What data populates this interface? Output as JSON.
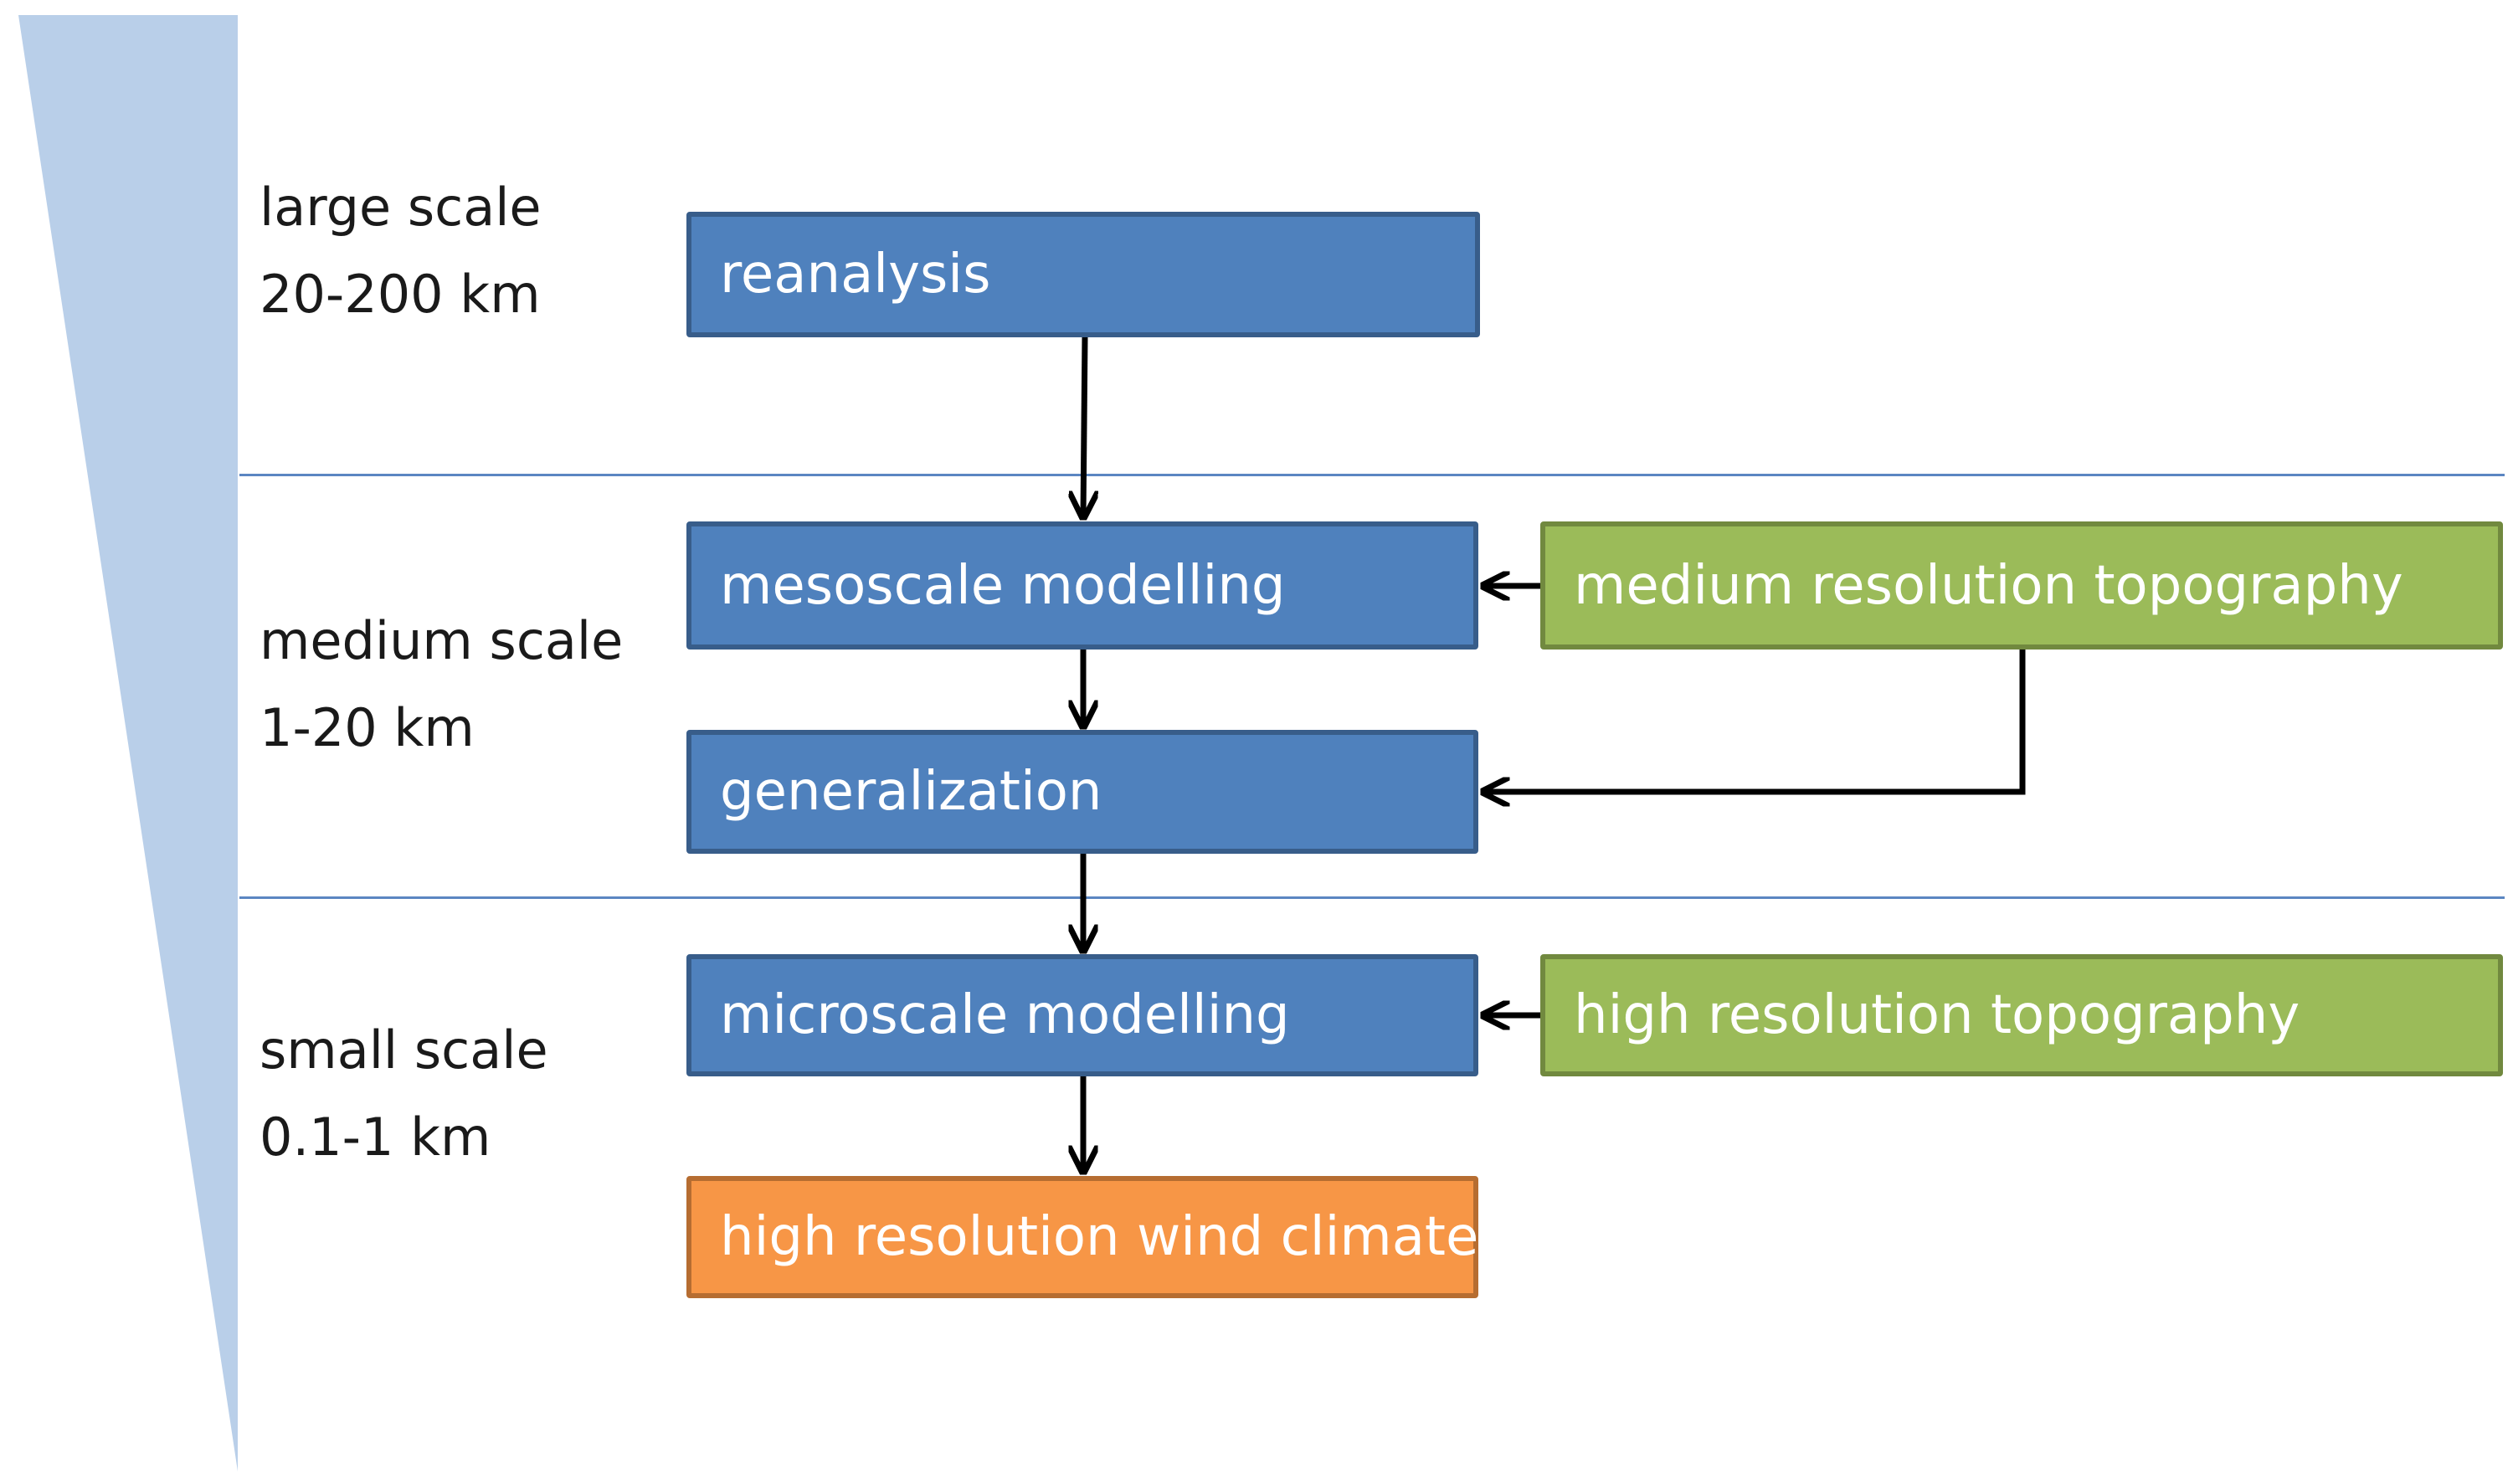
{
  "scales": {
    "large": {
      "name": "large scale",
      "range": "20-200 km"
    },
    "medium": {
      "name": "medium scale",
      "range": "1-20 km"
    },
    "small": {
      "name": "small scale",
      "range": "0.1-1 km"
    }
  },
  "nodes": {
    "reanalysis": "reanalysis",
    "mesoscale": "mesoscale modelling",
    "generalization": "generalization",
    "microscale": "microscale modelling",
    "output": "high resolution wind climate",
    "medium_topo": "medium resolution topography",
    "high_topo": "high resolution topography"
  },
  "colors": {
    "process_box": "#4f81bd",
    "input_box": "#9bbb59",
    "output_box": "#f79646",
    "wedge": "#b9cfe9",
    "divider": "#5b86c2"
  }
}
